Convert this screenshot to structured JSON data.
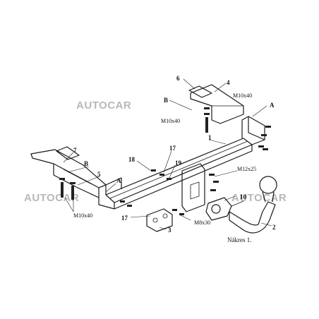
{
  "watermarks": [
    {
      "key": "wm_top",
      "text": "AUTOCAR"
    },
    {
      "key": "wm_left",
      "text": "AUTOCAR"
    },
    {
      "key": "wm_right",
      "text": "AUTOCAR"
    }
  ],
  "caption": "Nákres 1.",
  "labels": {
    "n1": "1",
    "n2": "2",
    "n3": "3",
    "n4": "4",
    "n5": "5",
    "n6": "6",
    "n7": "7",
    "n10": "10",
    "n17a": "17",
    "n17b": "17",
    "n18": "18",
    "n19": "19",
    "A_right": "A",
    "A_left": "A",
    "B_top": "B",
    "B_left": "B",
    "m10x40_top": "M10x40",
    "m10x40_mid": "M10x40",
    "m10x40_left": "M10x40",
    "m12x25": "M12x25",
    "m8x30": "M8x30"
  }
}
